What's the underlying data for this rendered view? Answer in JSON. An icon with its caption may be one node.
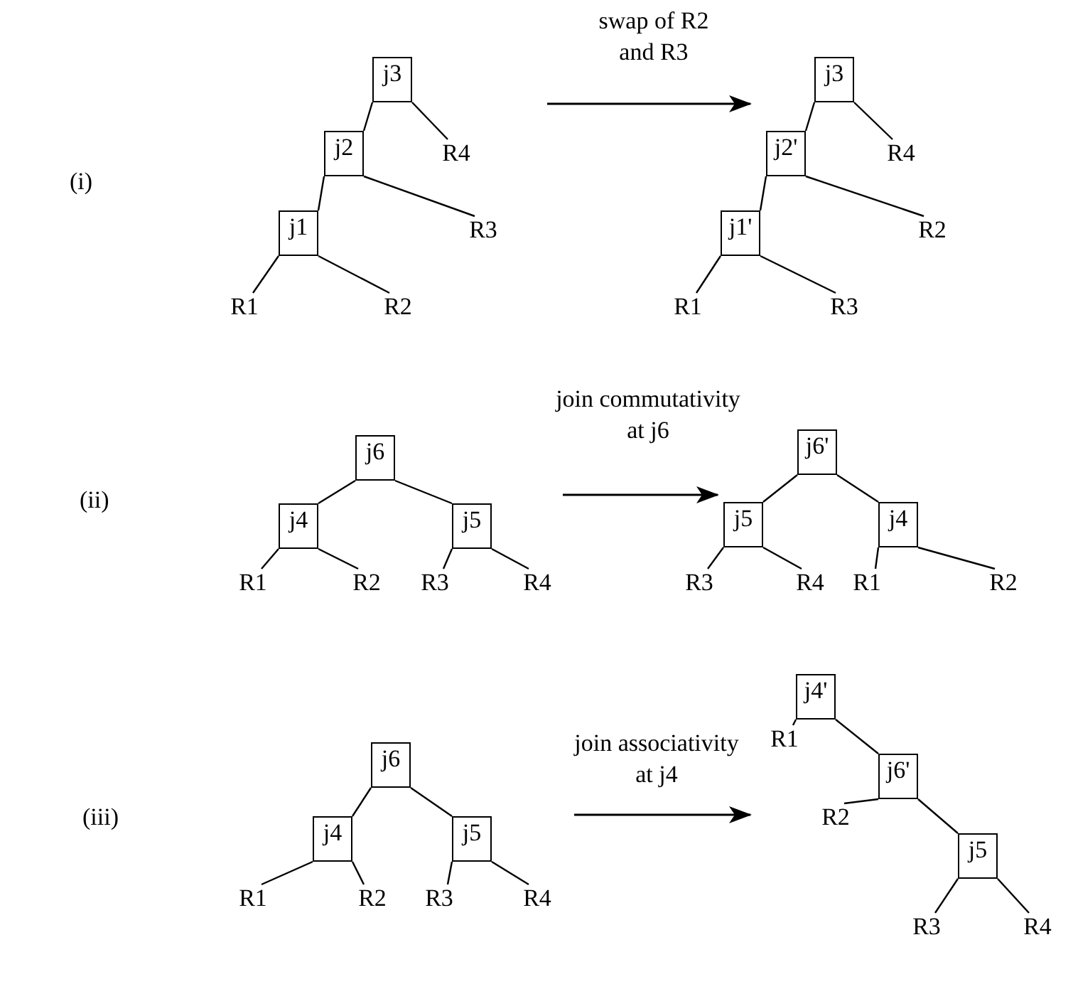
{
  "diagram": {
    "nodes": [
      {
        "text": [
          "j3"
        ]
      },
      {
        "text": [
          "j2"
        ]
      },
      {
        "text": [
          "j1"
        ]
      },
      {
        "text": [
          "R4"
        ]
      },
      {
        "text": [
          "R3"
        ]
      },
      {
        "text": [
          "R1"
        ]
      },
      {
        "text": [
          "R2"
        ]
      },
      {
        "text": [
          "j3"
        ]
      },
      {
        "text": [
          "j2'"
        ]
      },
      {
        "text": [
          "j1'"
        ]
      },
      {
        "text": [
          "R4"
        ]
      },
      {
        "text": [
          "R2"
        ]
      },
      {
        "text": [
          "R1"
        ]
      },
      {
        "text": [
          "R3"
        ]
      },
      {
        "text": [
          "j6"
        ]
      },
      {
        "text": [
          "j4"
        ]
      },
      {
        "text": [
          "j5"
        ]
      },
      {
        "text": [
          "R1"
        ]
      },
      {
        "text": [
          "R2"
        ]
      },
      {
        "text": [
          "R3"
        ]
      },
      {
        "text": [
          "R4"
        ]
      },
      {
        "text": [
          "j6'"
        ]
      },
      {
        "text": [
          "j5"
        ]
      },
      {
        "text": [
          "j4"
        ]
      },
      {
        "text": [
          "R3"
        ]
      },
      {
        "text": [
          "R4"
        ]
      },
      {
        "text": [
          "R1"
        ]
      },
      {
        "text": [
          "R2"
        ]
      },
      {
        "text": [
          "j6"
        ]
      },
      {
        "text": [
          "j4"
        ]
      },
      {
        "text": [
          "j5"
        ]
      },
      {
        "text": [
          "R1"
        ]
      },
      {
        "text": [
          "R2"
        ]
      },
      {
        "text": [
          "R3"
        ]
      },
      {
        "text": [
          "R4"
        ]
      },
      {
        "text": [
          "j4'"
        ]
      },
      {
        "text": [
          "R1"
        ]
      },
      {
        "text": [
          "j6'"
        ]
      },
      {
        "text": [
          "R2"
        ]
      },
      {
        "text": [
          "j5"
        ]
      },
      {
        "text": [
          "R3"
        ]
      },
      {
        "text": [
          "R4"
        ]
      }
    ],
    "edges": [
      {
        "from": 0,
        "to": 1,
        "arrow": "none"
      },
      {
        "from": 0,
        "to": 3,
        "arrow": "none"
      },
      {
        "from": 1,
        "to": 2,
        "arrow": "none"
      },
      {
        "from": 1,
        "to": 4,
        "arrow": "none"
      },
      {
        "from": 2,
        "to": 5,
        "arrow": "none"
      },
      {
        "from": 2,
        "to": 6,
        "arrow": "none"
      },
      {
        "from": null,
        "to": 8,
        "arrow": "to",
        "label": "swap of R2 and R3"
      },
      {
        "from": 7,
        "to": 8,
        "arrow": "none"
      },
      {
        "from": 7,
        "to": 10,
        "arrow": "none"
      },
      {
        "from": 8,
        "to": 9,
        "arrow": "none"
      },
      {
        "from": 8,
        "to": 11,
        "arrow": "none"
      },
      {
        "from": 9,
        "to": 12,
        "arrow": "none"
      },
      {
        "from": 9,
        "to": 13,
        "arrow": "none"
      },
      {
        "from": 14,
        "to": 15,
        "arrow": "none"
      },
      {
        "from": 14,
        "to": 16,
        "arrow": "none"
      },
      {
        "from": 15,
        "to": 17,
        "arrow": "none"
      },
      {
        "from": 15,
        "to": 18,
        "arrow": "none"
      },
      {
        "from": 16,
        "to": 19,
        "arrow": "none"
      },
      {
        "from": 16,
        "to": 20,
        "arrow": "none"
      },
      {
        "from": null,
        "to": 22,
        "arrow": "to",
        "label": "join commutativity at j6"
      },
      {
        "from": 21,
        "to": 22,
        "arrow": "none"
      },
      {
        "from": 21,
        "to": 23,
        "arrow": "none"
      },
      {
        "from": 22,
        "to": 24,
        "arrow": "none"
      },
      {
        "from": 22,
        "to": 25,
        "arrow": "none"
      },
      {
        "from": 23,
        "to": 26,
        "arrow": "none"
      },
      {
        "from": 23,
        "to": 27,
        "arrow": "none"
      },
      {
        "from": 28,
        "to": 29,
        "arrow": "none"
      },
      {
        "from": 28,
        "to": 30,
        "arrow": "none"
      },
      {
        "from": 29,
        "to": 31,
        "arrow": "none"
      },
      {
        "from": 29,
        "to": 32,
        "arrow": "none"
      },
      {
        "from": 30,
        "to": 33,
        "arrow": "none"
      },
      {
        "from": 30,
        "to": 34,
        "arrow": "none"
      },
      {
        "from": null,
        "to": 36,
        "arrow": "to",
        "label": "join associativity at j4"
      },
      {
        "from": 35,
        "to": 36,
        "arrow": "none"
      },
      {
        "from": 35,
        "to": 37,
        "arrow": "none"
      },
      {
        "from": 37,
        "to": 38,
        "arrow": "none"
      },
      {
        "from": 37,
        "to": 39,
        "arrow": "none"
      },
      {
        "from": 39,
        "to": 40,
        "arrow": "none"
      },
      {
        "from": 39,
        "to": 41,
        "arrow": "none"
      }
    ],
    "labels": [
      "(i)",
      "(ii)",
      "(iii)"
    ]
  }
}
